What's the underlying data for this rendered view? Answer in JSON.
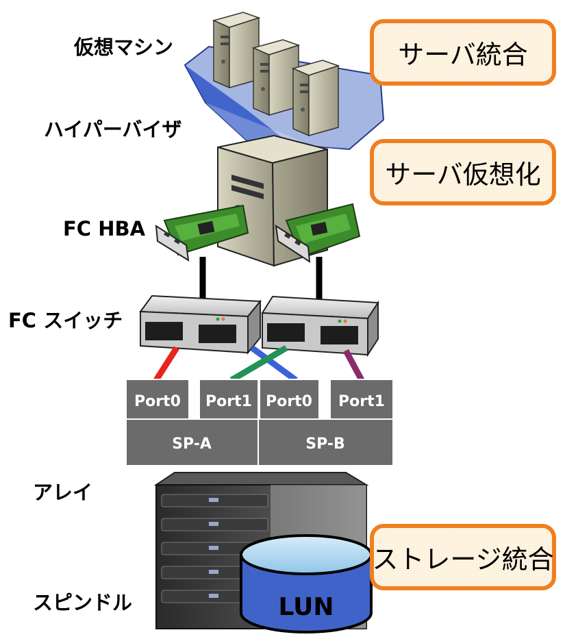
{
  "labels": {
    "vm": "仮想マシン",
    "hypervisor": "ハイパーバイザ",
    "fc_hba": "FC HBA",
    "fc_switch": "FC スイッチ",
    "array": "アレイ",
    "spindle": "スピンドル"
  },
  "callouts": {
    "server_consolidation": "サーバ統合",
    "server_virtualization": "サーバ仮想化",
    "storage_consolidation": "ストレージ統合"
  },
  "ports": {
    "spa_port0": "Port0",
    "spa_port1": "Port1",
    "spb_port0": "Port0",
    "spb_port1": "Port1"
  },
  "sp": {
    "a": "SP-A",
    "b": "SP-B"
  },
  "lun": "LUN",
  "colors": {
    "callout_border": "#ef7f1f",
    "callout_fill": "#fdf0d9",
    "port_block": "#6b6b6b",
    "cable_red": "#e8241f",
    "cable_blue": "#3a62d8",
    "cable_green": "#23915a",
    "cable_purple": "#8a2c6b",
    "lun_blue": "#3f63c9",
    "platform_blue": "#9fb2e0"
  }
}
